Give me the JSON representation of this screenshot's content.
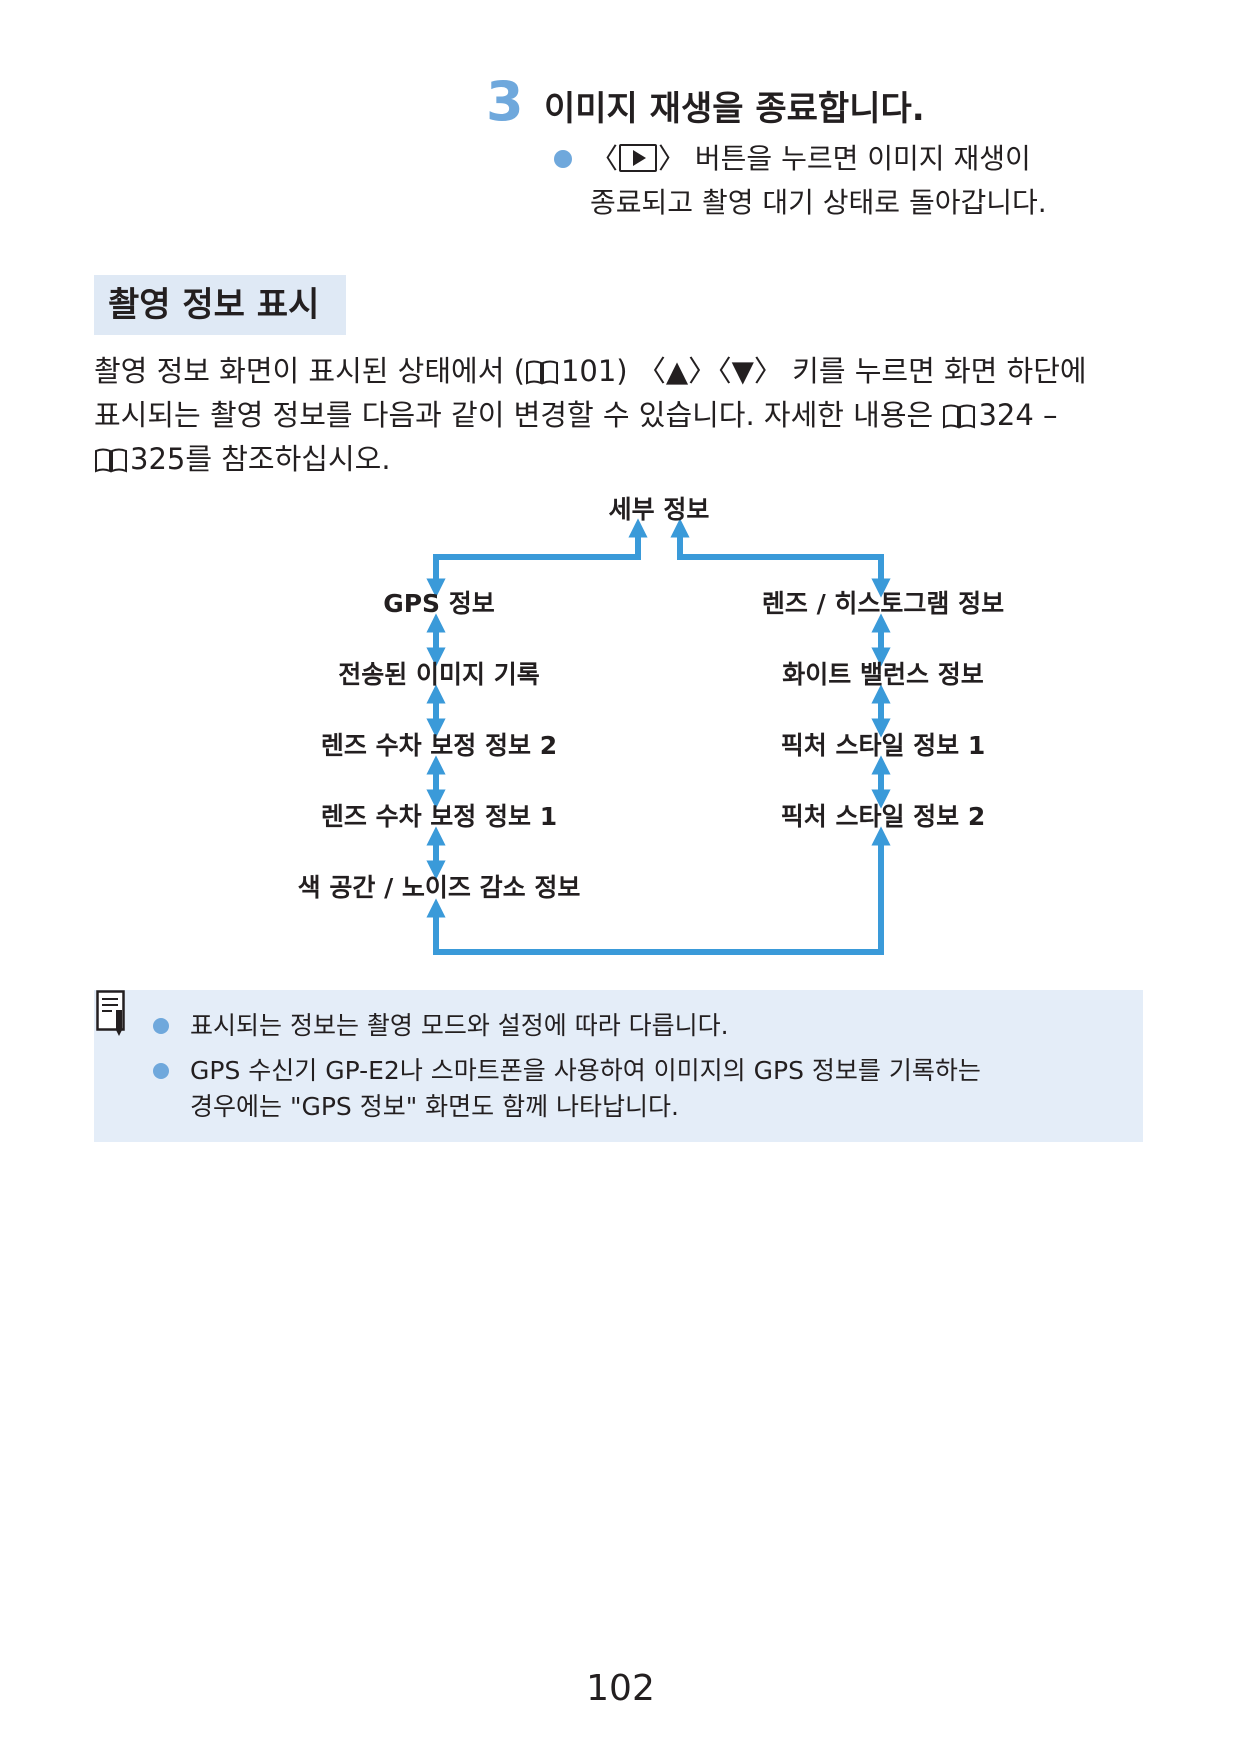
{
  "step": {
    "number": "3",
    "title": "이미지 재생을 종료합니다.",
    "line1_open": "〈",
    "line1_close": "〉 버튼을 누르면 이미지 재생이",
    "line2": "종료되고 촬영 대기 상태로 돌아갑니다."
  },
  "section": {
    "heading": "촬영 정보 표시",
    "para": {
      "l1_a": "촬영 정보 화면이 표시된 상태에서 (",
      "l1_b": "101) 〈▲〉〈▼〉 키를 누르면 화면 하단에",
      "l2_a": "표시되는 촬영 정보를 다음과 같이 변경할 수 있습니다. 자세한 내용은 ",
      "l2_b": "324 –",
      "l3": "325를 참조하십시오."
    }
  },
  "diagram": {
    "top": "세부 정보",
    "left": [
      "GPS 정보",
      "전송된 이미지 기록",
      "렌즈 수차 보정 정보 2",
      "렌즈 수차 보정 정보 1",
      "색 공간 / 노이즈 감소 정보"
    ],
    "right": [
      "렌즈 / 히스토그램 정보",
      "화이트 밸런스 정보",
      "픽처 스타일 정보 1",
      "픽처 스타일 정보 2"
    ],
    "arrow_color": "#3a9ad9"
  },
  "note": {
    "icon": "memo-icon",
    "items": [
      "표시되는 정보는 촬영 모드와 설정에 따라 다릅니다.",
      "GPS 수신기 GP-E2나 스마트폰을 사용하여 이미지의 GPS 정보를 기록하는",
      "경우에는 \"GPS 정보\" 화면도 함께 나타납니다."
    ]
  },
  "page_number": "102"
}
